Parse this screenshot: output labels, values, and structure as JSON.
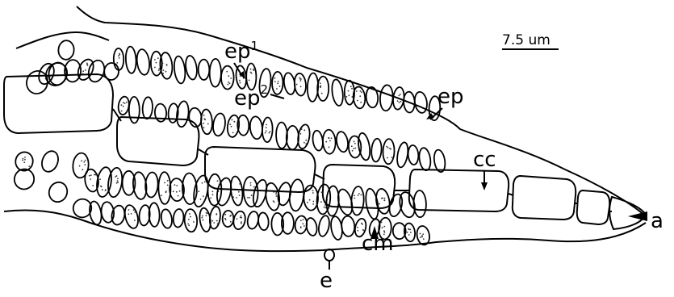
{
  "figure": {
    "scale_bar": {
      "label": "7.5 um"
    },
    "labels": {
      "ep1": {
        "text": "ep",
        "sup": "1"
      },
      "ep2": {
        "text": "ep",
        "sup": "2"
      },
      "ep": {
        "text": "ep"
      },
      "cc": {
        "text": "cc"
      },
      "a": {
        "text": "a"
      },
      "cm": {
        "text": "cm"
      },
      "e": {
        "text": "e"
      }
    }
  }
}
